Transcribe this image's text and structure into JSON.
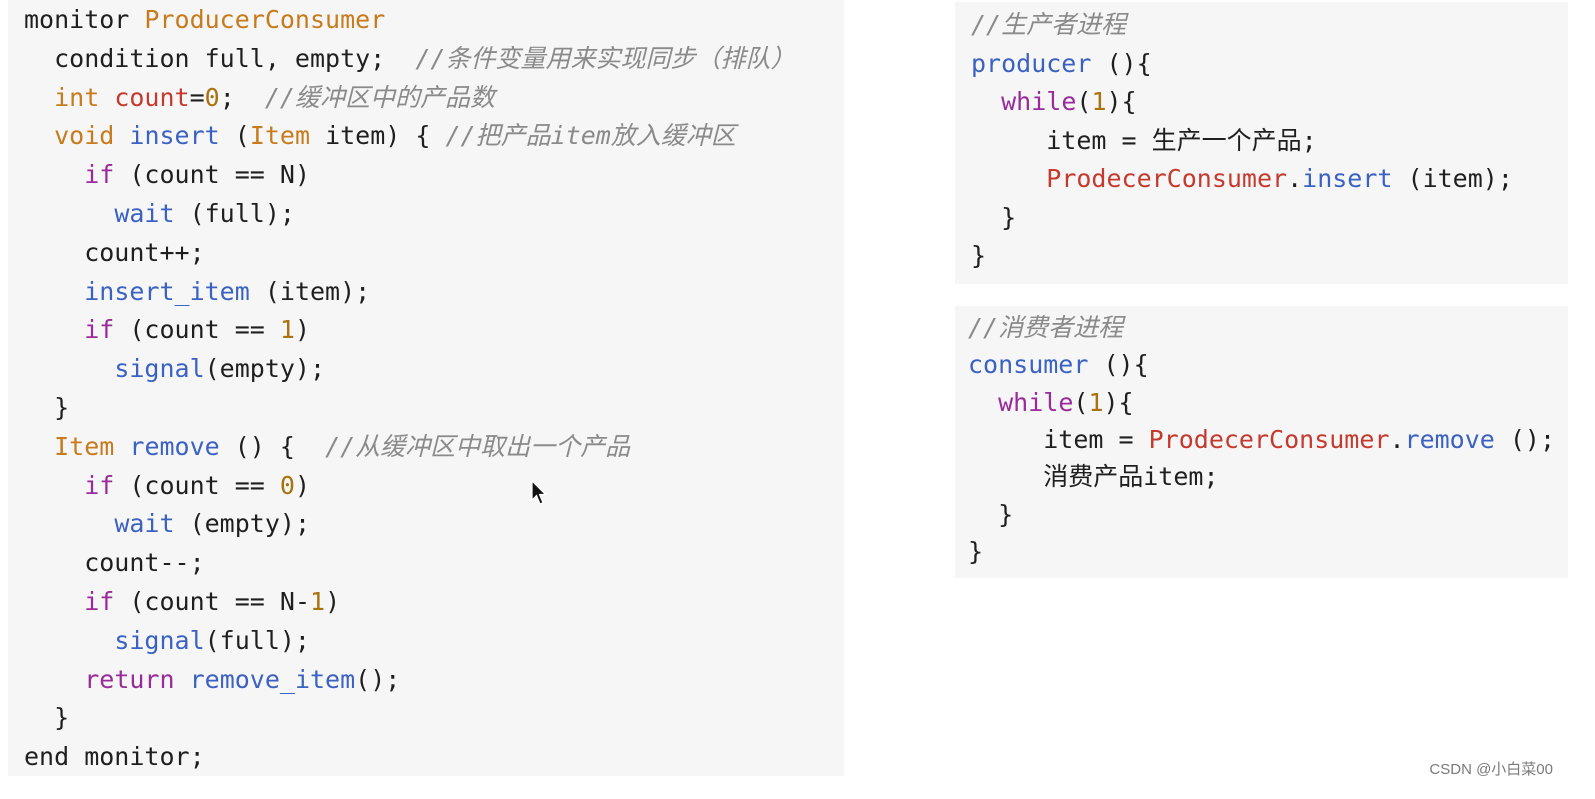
{
  "left_code": {
    "lines": [
      [
        [
          "monitor ",
          "plain"
        ],
        [
          "ProducerConsumer",
          "orange"
        ]
      ],
      [
        [
          "  condition full, empty;  ",
          "plain"
        ],
        [
          "//条件变量用来实现同步（排队）",
          "comment"
        ]
      ],
      [
        [
          "  ",
          "plain"
        ],
        [
          "int",
          "orange"
        ],
        [
          " ",
          "plain"
        ],
        [
          "count",
          "red"
        ],
        [
          "=",
          "plain"
        ],
        [
          "0",
          "gold"
        ],
        [
          ";  ",
          "plain"
        ],
        [
          "//缓冲区中的产品数",
          "comment"
        ]
      ],
      [
        [
          "  ",
          "plain"
        ],
        [
          "void",
          "orange"
        ],
        [
          " ",
          "plain"
        ],
        [
          "insert",
          "blue"
        ],
        [
          " (",
          "plain"
        ],
        [
          "Item",
          "orange"
        ],
        [
          " item) { ",
          "plain"
        ],
        [
          "//把产品item放入缓冲区",
          "comment"
        ]
      ],
      [
        [
          "    ",
          "plain"
        ],
        [
          "if",
          "purple"
        ],
        [
          " (count == N)",
          "plain"
        ]
      ],
      [
        [
          "      ",
          "plain"
        ],
        [
          "wait",
          "blue"
        ],
        [
          " (full);",
          "plain"
        ]
      ],
      [
        [
          "    count++;",
          "plain"
        ]
      ],
      [
        [
          "    ",
          "plain"
        ],
        [
          "insert_item",
          "blue"
        ],
        [
          " (item);",
          "plain"
        ]
      ],
      [
        [
          "    ",
          "plain"
        ],
        [
          "if",
          "purple"
        ],
        [
          " (count == ",
          "plain"
        ],
        [
          "1",
          "gold"
        ],
        [
          ")",
          "plain"
        ]
      ],
      [
        [
          "      ",
          "plain"
        ],
        [
          "signal",
          "blue"
        ],
        [
          "(empty);",
          "plain"
        ]
      ],
      [
        [
          "  }",
          "plain"
        ]
      ],
      [
        [
          "  ",
          "plain"
        ],
        [
          "Item",
          "orange"
        ],
        [
          " ",
          "plain"
        ],
        [
          "remove",
          "blue"
        ],
        [
          " () {  ",
          "plain"
        ],
        [
          "//从缓冲区中取出一个产品",
          "comment"
        ]
      ],
      [
        [
          "    ",
          "plain"
        ],
        [
          "if",
          "purple"
        ],
        [
          " (count == ",
          "plain"
        ],
        [
          "0",
          "gold"
        ],
        [
          ")",
          "plain"
        ]
      ],
      [
        [
          "      ",
          "plain"
        ],
        [
          "wait",
          "blue"
        ],
        [
          " (empty);",
          "plain"
        ]
      ],
      [
        [
          "    count--;",
          "plain"
        ]
      ],
      [
        [
          "    ",
          "plain"
        ],
        [
          "if",
          "purple"
        ],
        [
          " (count == N-",
          "plain"
        ],
        [
          "1",
          "gold"
        ],
        [
          ")",
          "plain"
        ]
      ],
      [
        [
          "      ",
          "plain"
        ],
        [
          "signal",
          "blue"
        ],
        [
          "(full);",
          "plain"
        ]
      ],
      [
        [
          "    ",
          "plain"
        ],
        [
          "return",
          "purple"
        ],
        [
          " ",
          "plain"
        ],
        [
          "remove_item",
          "blue"
        ],
        [
          "();",
          "plain"
        ]
      ],
      [
        [
          "  }",
          "plain"
        ]
      ],
      [
        [
          "end monitor;",
          "plain"
        ]
      ]
    ]
  },
  "producer_code": {
    "lines": [
      [
        [
          "//生产者进程",
          "comment"
        ]
      ],
      [
        [
          "producer",
          "blue"
        ],
        [
          " (){",
          "plain"
        ]
      ],
      [
        [
          "  ",
          "plain"
        ],
        [
          "while",
          "purple"
        ],
        [
          "(",
          "plain"
        ],
        [
          "1",
          "gold"
        ],
        [
          "){",
          "plain"
        ]
      ],
      [
        [
          "     item = 生产一个产品;",
          "plain"
        ]
      ],
      [
        [
          "     ",
          "plain"
        ],
        [
          "ProdecerConsumer",
          "red"
        ],
        [
          ".",
          "plain"
        ],
        [
          "insert",
          "blue"
        ],
        [
          " (item);",
          "plain"
        ]
      ],
      [
        [
          "  }",
          "plain"
        ]
      ],
      [
        [
          "}",
          "plain"
        ]
      ]
    ]
  },
  "consumer_code": {
    "lines": [
      [
        [
          "//消费者进程",
          "comment"
        ]
      ],
      [
        [
          "consumer",
          "blue"
        ],
        [
          " (){",
          "plain"
        ]
      ],
      [
        [
          "  ",
          "plain"
        ],
        [
          "while",
          "purple"
        ],
        [
          "(",
          "plain"
        ],
        [
          "1",
          "gold"
        ],
        [
          "){",
          "plain"
        ]
      ],
      [
        [
          "     item = ",
          "plain"
        ],
        [
          "ProdecerConsumer",
          "red"
        ],
        [
          ".",
          "plain"
        ],
        [
          "remove",
          "blue"
        ],
        [
          " ();",
          "plain"
        ]
      ],
      [
        [
          "     消费产品item;",
          "plain"
        ]
      ],
      [
        [
          "  }",
          "plain"
        ]
      ],
      [
        [
          "}",
          "plain"
        ]
      ]
    ]
  },
  "colors": {
    "plain": "#1f1f1f",
    "orange": "#c77b1c",
    "purple": "#9a2b9a",
    "blue": "#3b62c2",
    "red": "#c53a2e",
    "gold": "#a8730e",
    "comment": "#8a8a8a",
    "panel_bg": "#f6f6f6"
  },
  "cursor": "mouse-pointer-icon",
  "watermark": "CSDN @小白菜00"
}
